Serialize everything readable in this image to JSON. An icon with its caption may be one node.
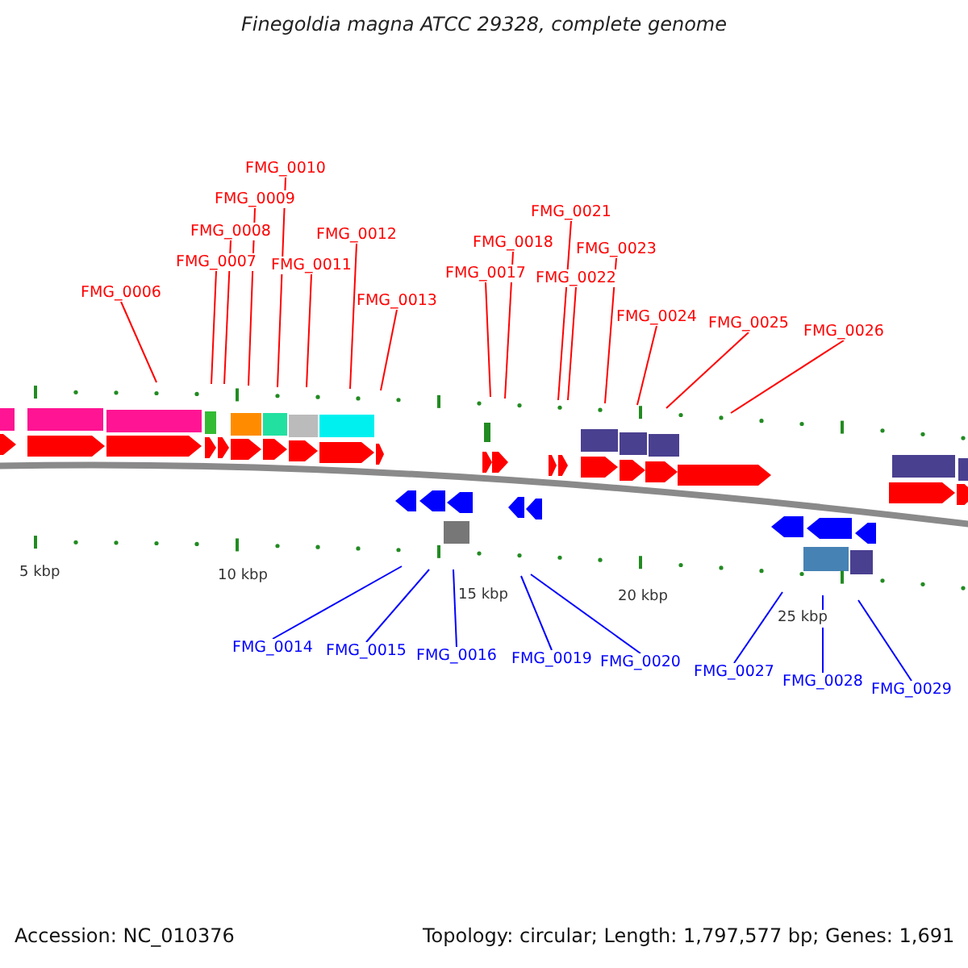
{
  "diagram": {
    "title": "Finegoldia magna ATCC 29328, complete genome",
    "nodes": [
      {
        "text": [
          "FMG_0006"
        ]
      },
      {
        "text": [
          "FMG_0007"
        ]
      },
      {
        "text": [
          "FMG_0008"
        ]
      },
      {
        "text": [
          "FMG_0009"
        ]
      },
      {
        "text": [
          "FMG_0010"
        ]
      },
      {
        "text": [
          "FMG_0011"
        ]
      },
      {
        "text": [
          "FMG_0012"
        ]
      },
      {
        "text": [
          "FMG_0013"
        ]
      },
      {
        "text": [
          "FMG_0014"
        ]
      },
      {
        "text": [
          "FMG_0015"
        ]
      },
      {
        "text": [
          "FMG_0016"
        ]
      },
      {
        "text": [
          "FMG_0017"
        ]
      },
      {
        "text": [
          "FMG_0018"
        ]
      },
      {
        "text": [
          "FMG_0019"
        ]
      },
      {
        "text": [
          "FMG_0020"
        ]
      },
      {
        "text": [
          "FMG_0021"
        ]
      },
      {
        "text": [
          "FMG_0022"
        ]
      },
      {
        "text": [
          "FMG_0023"
        ]
      },
      {
        "text": [
          "FMG_0024"
        ]
      },
      {
        "text": [
          "FMG_0025"
        ]
      },
      {
        "text": [
          "FMG_0026"
        ]
      },
      {
        "text": [
          "FMG_0027"
        ]
      },
      {
        "text": [
          "FMG_0028"
        ]
      },
      {
        "text": [
          "FMG_0029"
        ]
      }
    ],
    "edges": [
      {
        "from": 0,
        "to": null,
        "arrow": "none"
      },
      {
        "from": 1,
        "to": null,
        "arrow": "none"
      },
      {
        "from": 2,
        "to": null,
        "arrow": "none"
      },
      {
        "from": 3,
        "to": null,
        "arrow": "none"
      },
      {
        "from": 4,
        "to": null,
        "arrow": "none"
      },
      {
        "from": 5,
        "to": null,
        "arrow": "none"
      },
      {
        "from": 6,
        "to": null,
        "arrow": "none"
      },
      {
        "from": 7,
        "to": null,
        "arrow": "none"
      },
      {
        "from": 8,
        "to": null,
        "arrow": "none",
        "color": "#0000ff"
      },
      {
        "from": 9,
        "to": null,
        "arrow": "none",
        "color": "#0000ff"
      },
      {
        "from": 10,
        "to": null,
        "arrow": "none",
        "color": "#0000ff"
      },
      {
        "from": 11,
        "to": null,
        "arrow": "none"
      },
      {
        "from": 12,
        "to": null,
        "arrow": "none"
      },
      {
        "from": 13,
        "to": null,
        "arrow": "none",
        "color": "#0000ff"
      },
      {
        "from": 14,
        "to": null,
        "arrow": "none",
        "color": "#0000ff"
      },
      {
        "from": 15,
        "to": null,
        "arrow": "none"
      },
      {
        "from": 16,
        "to": null,
        "arrow": "none"
      },
      {
        "from": 17,
        "to": null,
        "arrow": "none"
      },
      {
        "from": 18,
        "to": null,
        "arrow": "none"
      },
      {
        "from": 19,
        "to": null,
        "arrow": "none"
      },
      {
        "from": 20,
        "to": null,
        "arrow": "none"
      },
      {
        "from": 21,
        "to": null,
        "arrow": "none",
        "color": "#0000ff"
      },
      {
        "from": 22,
        "to": null,
        "arrow": "none",
        "color": "#0000ff"
      },
      {
        "from": 23,
        "to": null,
        "arrow": "none",
        "color": "#0000ff"
      }
    ],
    "labels": [
      "5 kbp",
      "10 kbp",
      "15 kbp",
      "20 kbp",
      "25 kbp",
      "Accession: NC_010376",
      "Topology: circular; Length: 1,797,577 bp; Genes: 1,691"
    ]
  }
}
